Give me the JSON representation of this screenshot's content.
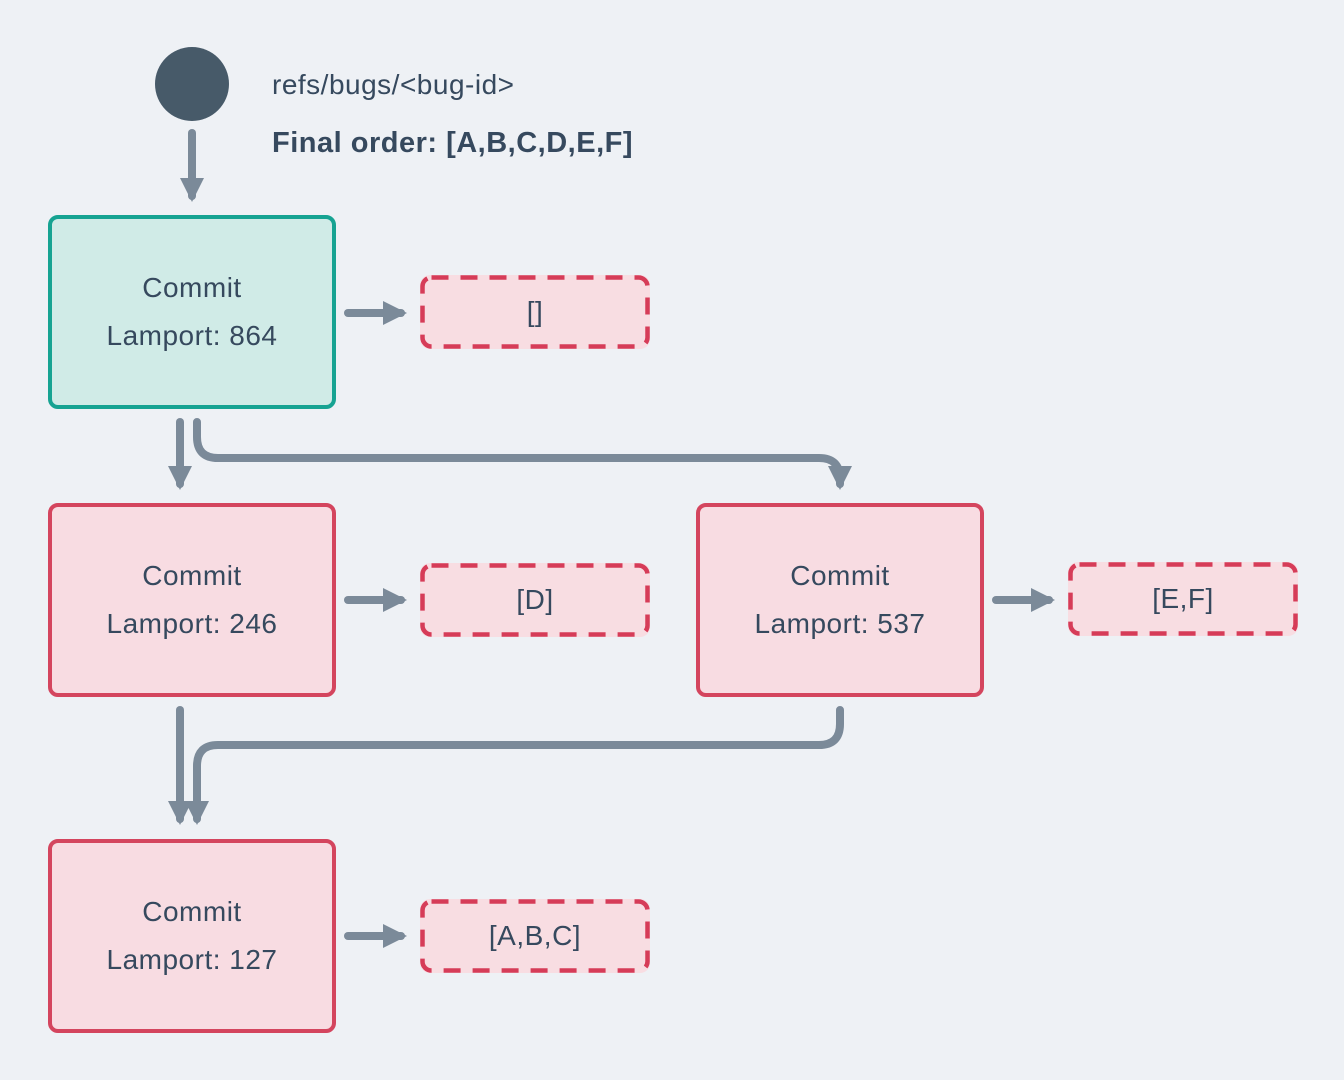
{
  "header": {
    "ref_label": "refs/bugs/<bug-id>",
    "final_order_label": "Final order: [A,B,C,D,E,F]"
  },
  "nodes": {
    "root": {
      "title": "Commit",
      "lamport": "Lamport: 864",
      "payload": "[]"
    },
    "left": {
      "title": "Commit",
      "lamport": "Lamport: 246",
      "payload": "[D]"
    },
    "right": {
      "title": "Commit",
      "lamport": "Lamport: 537",
      "payload": "[E,F]"
    },
    "bottom": {
      "title": "Commit",
      "lamport": "Lamport: 127",
      "payload": "[A,B,C]"
    }
  },
  "colors": {
    "background": "#eef1f5",
    "text": "#36495e",
    "arrow": "#7b8a99",
    "ref_circle": "#475a69",
    "teal_border": "#16a392",
    "teal_fill": "#d0ebe7",
    "red_border": "#d4455e",
    "red_fill": "#f8dce2",
    "payload_border": "#d63c58",
    "payload_fill": "#f8dde2"
  }
}
